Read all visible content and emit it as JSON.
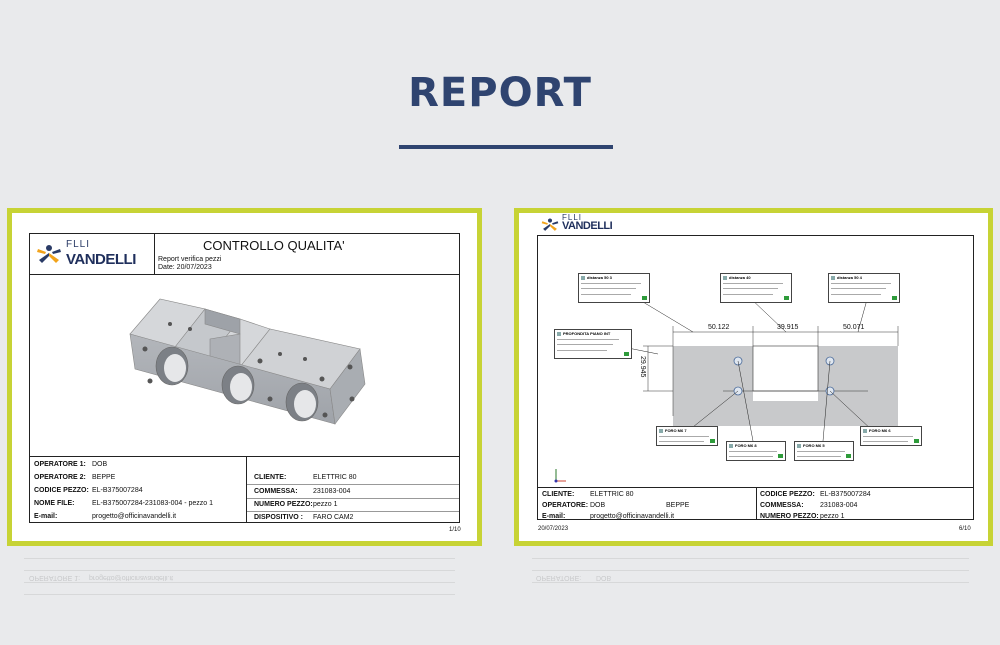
{
  "page": {
    "title": "REPORT"
  },
  "report1": {
    "logo": {
      "small": "FLLI",
      "big": "VANDELLI"
    },
    "header": {
      "title": "CONTROLLO QUALITA'",
      "subtitle": "Report verifica pezzi",
      "date": "Date: 20/07/2023"
    },
    "left_fields": [
      {
        "label": "OPERATORE 1:",
        "value": "DOB"
      },
      {
        "label": "OPERATORE 2:",
        "value": "BEPPE"
      },
      {
        "label": "CODICE PEZZO:",
        "value": "EL-B375007284"
      },
      {
        "label": "NOME FILE:",
        "value": "EL-B375007284-231083-004 - pezzo 1"
      },
      {
        "label": "E-mail:",
        "value": "progetto@officinavandelli.it"
      }
    ],
    "right_fields": [
      {
        "label": "CLIENTE:",
        "value": "ELETTRIC 80"
      },
      {
        "label": "COMMESSA:",
        "value": "231083-004"
      },
      {
        "label": "NUMERO PEZZO:",
        "value": "pezzo 1"
      },
      {
        "label": "DISPOSITIVO :",
        "value": "FARO CAM2"
      }
    ],
    "page_number": "1/10"
  },
  "report2": {
    "logo": {
      "small": "FLLI",
      "big": "VANDELLI"
    },
    "dimensions": {
      "d1": "50.122",
      "d2": "39.915",
      "d3": "50.071",
      "v1": "29.945"
    },
    "callouts": {
      "c1": "distanza 50 3",
      "c2": "distanza 40",
      "c3": "distanza 50 4",
      "c4": "PROFONDITA PIANO INT",
      "c5": "FORO M6 7",
      "c6": "FORO M6 8",
      "c7": "FORO M6 5",
      "c8": "FORO M6 6"
    },
    "fields": {
      "cliente_label": "CLIENTE:",
      "cliente": "ELETTRIC 80",
      "operatore_label": "OPERATORE:",
      "operatore1": "DOB",
      "operatore2": "BEPPE",
      "email_label": "E-mail:",
      "email": "progetto@officinavandelli.it",
      "codice_label": "CODICE PEZZO:",
      "codice": "EL-B375007284",
      "commessa_label": "COMMESSA:",
      "commessa": "231083-004",
      "numero_label": "NUMERO PEZZO:",
      "numero": "pezzo 1"
    },
    "date": "20/07/2023",
    "page_number": "6/10"
  }
}
